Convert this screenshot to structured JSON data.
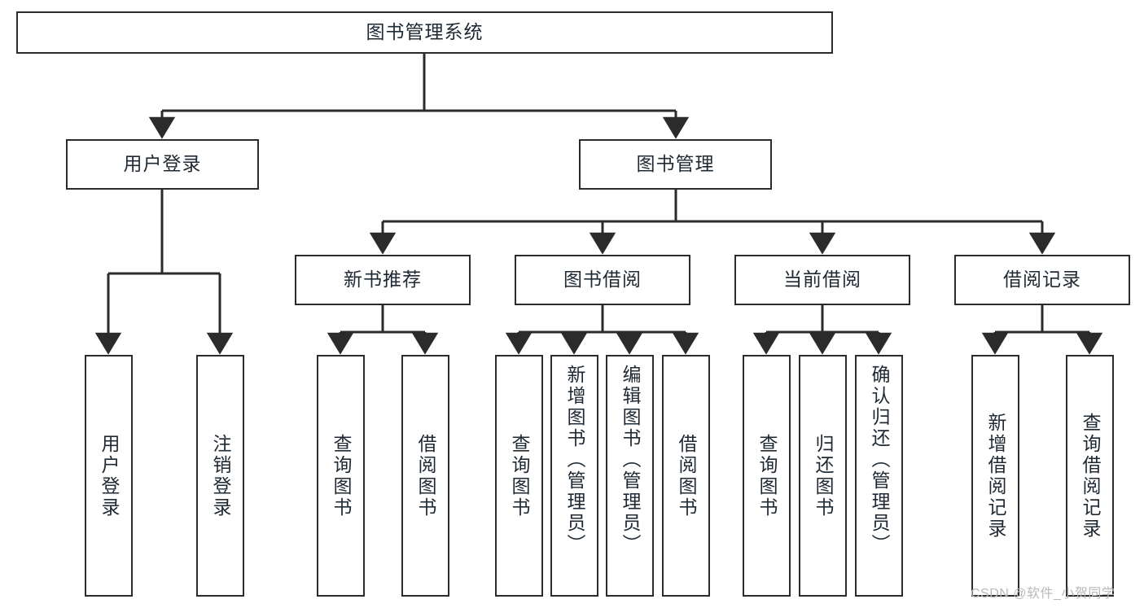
{
  "diagram": {
    "type": "tree-hierarchy",
    "title": "图书管理系统",
    "root": {
      "label": "图书管理系统"
    },
    "level2": [
      {
        "label": "用户登录"
      },
      {
        "label": "图书管理"
      }
    ],
    "level3": [
      {
        "label": "新书推荐"
      },
      {
        "label": "图书借阅"
      },
      {
        "label": "当前借阅"
      },
      {
        "label": "借阅记录"
      }
    ],
    "leaves": [
      {
        "label": "用户登录",
        "parent": "用户登录"
      },
      {
        "label": "注销登录",
        "parent": "用户登录"
      },
      {
        "label": "查询图书",
        "parent": "新书推荐"
      },
      {
        "label": "借阅图书",
        "parent": "新书推荐"
      },
      {
        "label": "查询图书",
        "parent": "图书借阅"
      },
      {
        "label": "新增图书（管理员）",
        "parent": "图书借阅"
      },
      {
        "label": "编辑图书（管理员）",
        "parent": "图书借阅"
      },
      {
        "label": "借阅图书",
        "parent": "图书借阅"
      },
      {
        "label": "查询图书",
        "parent": "当前借阅"
      },
      {
        "label": "归还图书",
        "parent": "当前借阅"
      },
      {
        "label": "确认归还（管理员）",
        "parent": "当前借阅"
      },
      {
        "label": "新增借阅记录",
        "parent": "借阅记录"
      },
      {
        "label": "查询借阅记录",
        "parent": "借阅记录"
      }
    ],
    "watermark": "CSDN @软件_小贺同学",
    "colors": {
      "stroke": "#2b2b2b",
      "fill": "#ffffff",
      "text": "#1f2933",
      "watermark": "#b9b9b9"
    }
  }
}
